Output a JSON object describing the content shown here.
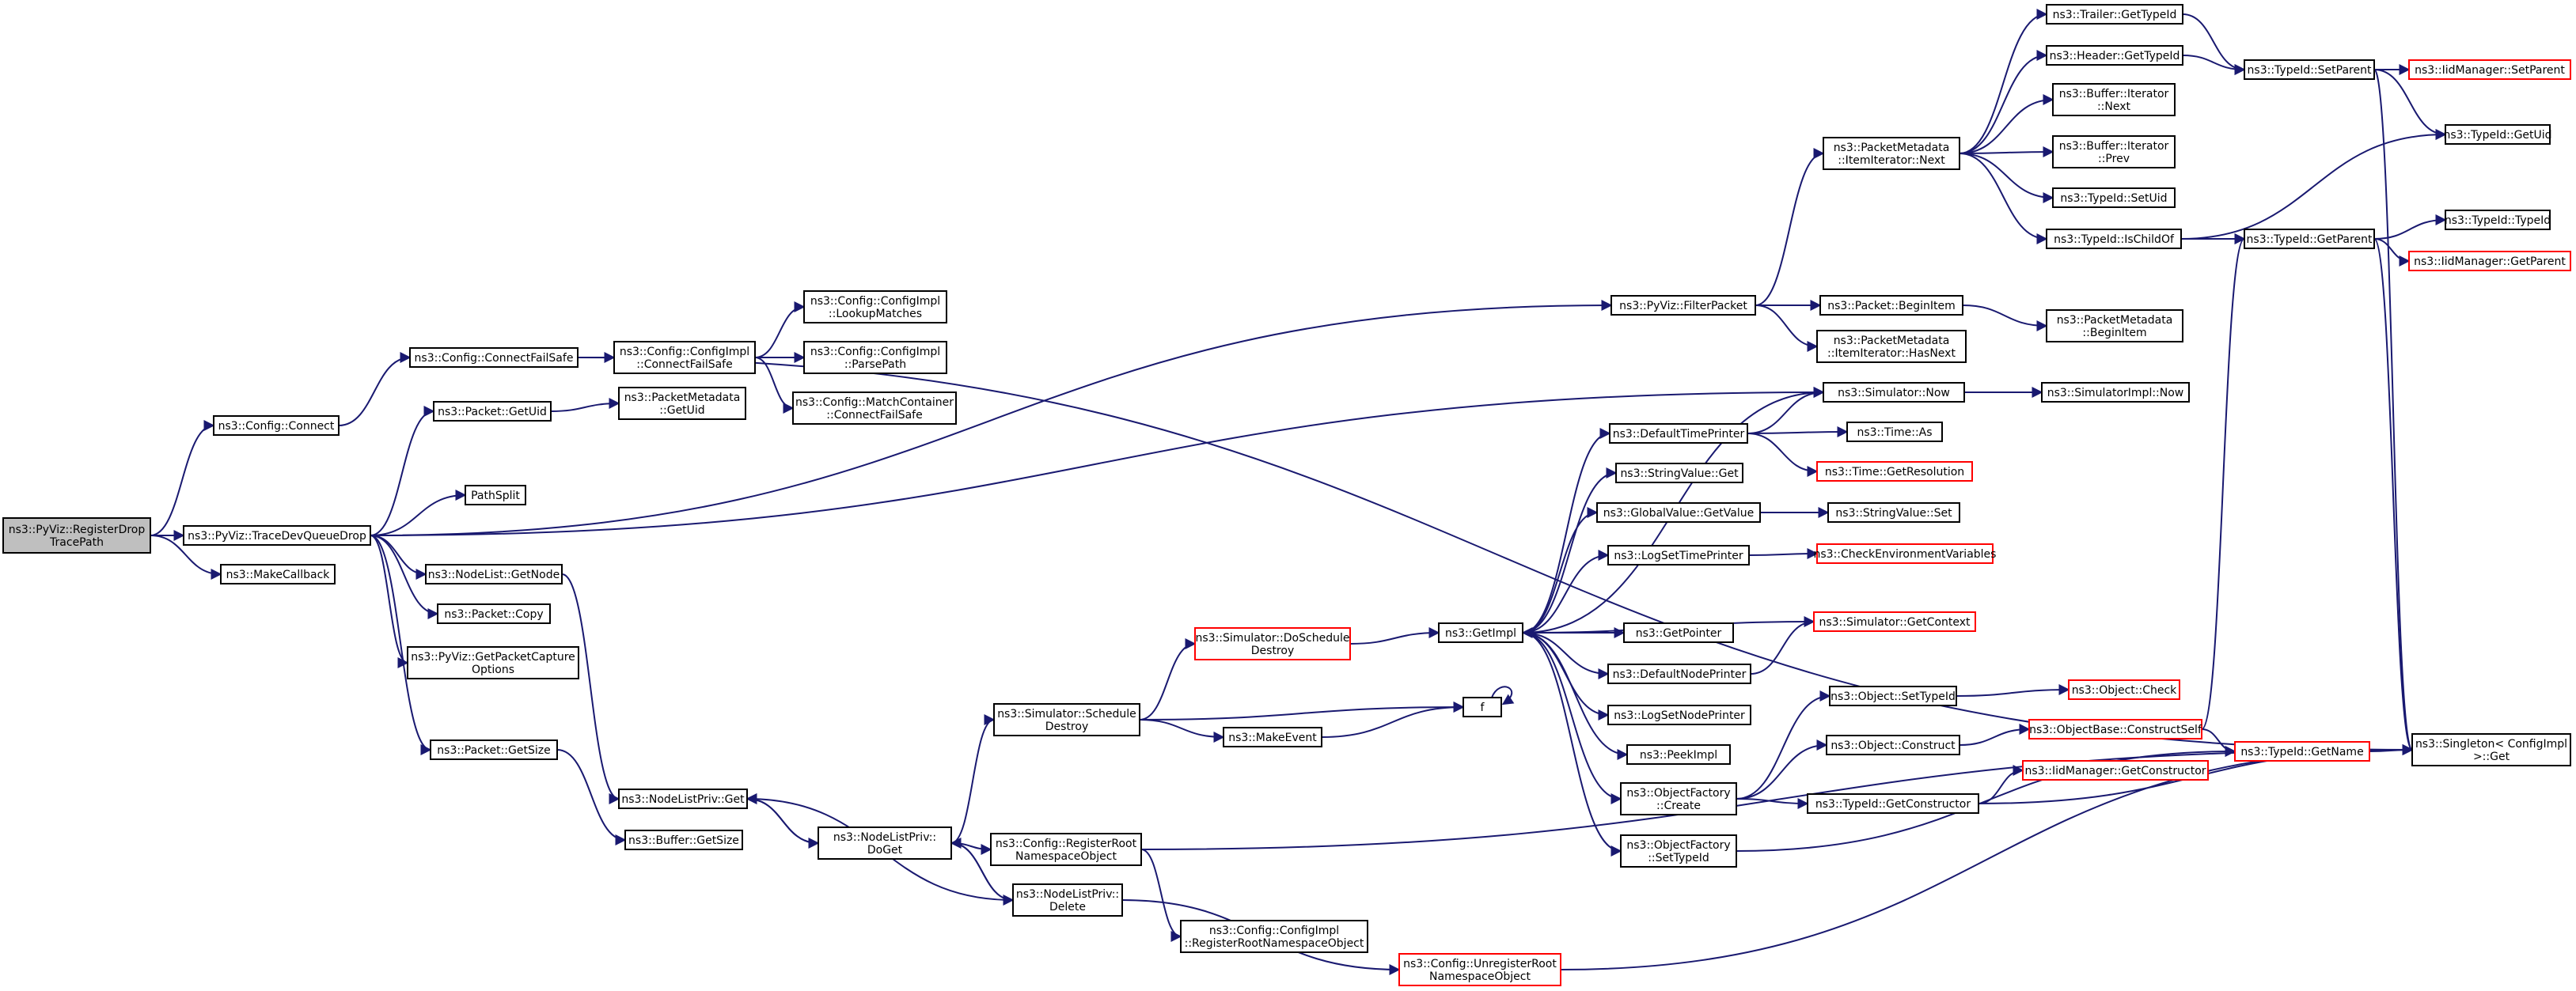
{
  "diagram": {
    "title": "",
    "nodes": [
      {
        "id": "n0",
        "lines": [
          "ns3::PyViz::RegisterDrop",
          "TracePath"
        ],
        "style": "root"
      },
      {
        "id": "n1",
        "lines": [
          "ns3::Config::Connect"
        ]
      },
      {
        "id": "n2",
        "lines": [
          "ns3::PyViz::TraceDevQueueDrop"
        ]
      },
      {
        "id": "n3",
        "lines": [
          "ns3::MakeCallback"
        ]
      },
      {
        "id": "n4",
        "lines": [
          "ns3::Config::ConnectFailSafe"
        ]
      },
      {
        "id": "n5",
        "lines": [
          "ns3::Config::ConfigImpl",
          "::ConnectFailSafe"
        ]
      },
      {
        "id": "n6",
        "lines": [
          "ns3::Config::ConfigImpl",
          "::LookupMatches"
        ]
      },
      {
        "id": "n7",
        "lines": [
          "ns3::Config::ConfigImpl",
          "::ParsePath"
        ]
      },
      {
        "id": "n8",
        "lines": [
          "ns3::Config::MatchContainer",
          "::ConnectFailSafe"
        ]
      },
      {
        "id": "n9",
        "lines": [
          "ns3::Packet::GetUid"
        ]
      },
      {
        "id": "n10",
        "lines": [
          "ns3::PacketMetadata",
          "::GetUid"
        ]
      },
      {
        "id": "n11",
        "lines": [
          "PathSplit"
        ]
      },
      {
        "id": "n12",
        "lines": [
          "ns3::NodeList::GetNode"
        ]
      },
      {
        "id": "n13",
        "lines": [
          "ns3::Packet::Copy"
        ]
      },
      {
        "id": "n14",
        "lines": [
          "ns3::PyViz::GetPacketCapture",
          "Options"
        ]
      },
      {
        "id": "n15",
        "lines": [
          "ns3::Packet::GetSize"
        ]
      },
      {
        "id": "n16",
        "lines": [
          "ns3::NodeListPriv::Get"
        ]
      },
      {
        "id": "n17",
        "lines": [
          "ns3::Buffer::GetSize"
        ]
      },
      {
        "id": "n18",
        "lines": [
          "ns3::NodeListPriv::",
          "DoGet"
        ]
      },
      {
        "id": "n19",
        "lines": [
          "ns3::Simulator::Schedule",
          "Destroy"
        ]
      },
      {
        "id": "n20",
        "lines": [
          "ns3::Simulator::DoSchedule",
          "Destroy"
        ],
        "style": "trunc"
      },
      {
        "id": "n21",
        "lines": [
          "ns3::MakeEvent"
        ]
      },
      {
        "id": "n22",
        "lines": [
          "f"
        ]
      },
      {
        "id": "n23",
        "lines": [
          "ns3::Config::RegisterRoot",
          "NamespaceObject"
        ]
      },
      {
        "id": "n24",
        "lines": [
          "ns3::NodeListPriv::",
          "Delete"
        ]
      },
      {
        "id": "n25",
        "lines": [
          "ns3::Config::ConfigImpl",
          "::RegisterRootNamespaceObject"
        ]
      },
      {
        "id": "n26",
        "lines": [
          "ns3::Config::UnregisterRoot",
          "NamespaceObject"
        ],
        "style": "trunc"
      },
      {
        "id": "n27",
        "lines": [
          "ns3::GetImpl"
        ]
      },
      {
        "id": "n28",
        "lines": [
          "ns3::PyViz::FilterPacket"
        ]
      },
      {
        "id": "n29",
        "lines": [
          "ns3::DefaultTimePrinter"
        ]
      },
      {
        "id": "n30",
        "lines": [
          "ns3::StringValue::Get"
        ]
      },
      {
        "id": "n31",
        "lines": [
          "ns3::GlobalValue::GetValue"
        ]
      },
      {
        "id": "n32",
        "lines": [
          "ns3::LogSetTimePrinter"
        ]
      },
      {
        "id": "n33",
        "lines": [
          "ns3::GetPointer"
        ]
      },
      {
        "id": "n34",
        "lines": [
          "ns3::DefaultNodePrinter"
        ]
      },
      {
        "id": "n35",
        "lines": [
          "ns3::LogSetNodePrinter"
        ]
      },
      {
        "id": "n36",
        "lines": [
          "ns3::PeekImpl"
        ]
      },
      {
        "id": "n37",
        "lines": [
          "ns3::ObjectFactory",
          "::Create"
        ]
      },
      {
        "id": "n38",
        "lines": [
          "ns3::ObjectFactory",
          "::SetTypeId"
        ]
      },
      {
        "id": "n39",
        "lines": [
          "ns3::Simulator::Now"
        ]
      },
      {
        "id": "n40",
        "lines": [
          "ns3::SimulatorImpl::Now"
        ]
      },
      {
        "id": "n41",
        "lines": [
          "ns3::Time::As"
        ]
      },
      {
        "id": "n42",
        "lines": [
          "ns3::Time::GetResolution"
        ],
        "style": "trunc"
      },
      {
        "id": "n43",
        "lines": [
          "ns3::StringValue::Set"
        ]
      },
      {
        "id": "n44",
        "lines": [
          "ns3::CheckEnvironmentVariables"
        ],
        "style": "trunc"
      },
      {
        "id": "n45",
        "lines": [
          "ns3::Simulator::GetContext"
        ],
        "style": "trunc"
      },
      {
        "id": "n46",
        "lines": [
          "ns3::Object::SetTypeId"
        ]
      },
      {
        "id": "n47",
        "lines": [
          "ns3::Object::Check"
        ],
        "style": "trunc"
      },
      {
        "id": "n48",
        "lines": [
          "ns3::Object::Construct"
        ]
      },
      {
        "id": "n49",
        "lines": [
          "ns3::ObjectBase::ConstructSelf"
        ],
        "style": "trunc"
      },
      {
        "id": "n50",
        "lines": [
          "ns3::TypeId::GetConstructor"
        ]
      },
      {
        "id": "n51",
        "lines": [
          "ns3::IidManager::GetConstructor"
        ],
        "style": "trunc"
      },
      {
        "id": "n52",
        "lines": [
          "ns3::TypeId::GetName"
        ],
        "style": "trunc"
      },
      {
        "id": "n53",
        "lines": [
          "ns3::PacketMetadata",
          "::ItemIterator::Next"
        ]
      },
      {
        "id": "n54",
        "lines": [
          "ns3::Packet::BeginItem"
        ]
      },
      {
        "id": "n55",
        "lines": [
          "ns3::PacketMetadata",
          "::ItemIterator::HasNext"
        ]
      },
      {
        "id": "n56",
        "lines": [
          "ns3::PacketMetadata",
          "::BeginItem"
        ]
      },
      {
        "id": "n57",
        "lines": [
          "ns3::Trailer::GetTypeId"
        ]
      },
      {
        "id": "n58",
        "lines": [
          "ns3::Header::GetTypeId"
        ]
      },
      {
        "id": "n59",
        "lines": [
          "ns3::Buffer::Iterator",
          "::Next"
        ]
      },
      {
        "id": "n60",
        "lines": [
          "ns3::Buffer::Iterator",
          "::Prev"
        ]
      },
      {
        "id": "n61",
        "lines": [
          "ns3::TypeId::SetUid"
        ]
      },
      {
        "id": "n62",
        "lines": [
          "ns3::TypeId::IsChildOf"
        ]
      },
      {
        "id": "n63",
        "lines": [
          "ns3::TypeId::SetParent"
        ]
      },
      {
        "id": "n64",
        "lines": [
          "ns3::IidManager::SetParent"
        ],
        "style": "trunc"
      },
      {
        "id": "n65",
        "lines": [
          "ns3::TypeId::GetUid"
        ]
      },
      {
        "id": "n66",
        "lines": [
          "ns3::TypeId::GetParent"
        ]
      },
      {
        "id": "n67",
        "lines": [
          "ns3::TypeId::TypeId"
        ]
      },
      {
        "id": "n68",
        "lines": [
          "ns3::IidManager::GetParent"
        ],
        "style": "trunc"
      },
      {
        "id": "n69",
        "lines": [
          "ns3::Singleton< ConfigImpl",
          ">::Get"
        ]
      }
    ],
    "edges": [
      [
        "n0",
        "n1"
      ],
      [
        "n0",
        "n2"
      ],
      [
        "n0",
        "n3"
      ],
      [
        "n1",
        "n4"
      ],
      [
        "n4",
        "n5"
      ],
      [
        "n4",
        "n69"
      ],
      [
        "n5",
        "n6"
      ],
      [
        "n5",
        "n7"
      ],
      [
        "n5",
        "n8"
      ],
      [
        "n2",
        "n9"
      ],
      [
        "n9",
        "n10"
      ],
      [
        "n2",
        "n11"
      ],
      [
        "n2",
        "n12"
      ],
      [
        "n2",
        "n13"
      ],
      [
        "n2",
        "n14"
      ],
      [
        "n2",
        "n15"
      ],
      [
        "n2",
        "n28"
      ],
      [
        "n2",
        "n39"
      ],
      [
        "n12",
        "n16"
      ],
      [
        "n15",
        "n17"
      ],
      [
        "n16",
        "n18"
      ],
      [
        "n18",
        "n16"
      ],
      [
        "n18",
        "n19"
      ],
      [
        "n18",
        "n23"
      ],
      [
        "n18",
        "n24"
      ],
      [
        "n24",
        "n18"
      ],
      [
        "n24",
        "n16"
      ],
      [
        "n24",
        "n26"
      ],
      [
        "n19",
        "n20"
      ],
      [
        "n19",
        "n21"
      ],
      [
        "n19",
        "n22"
      ],
      [
        "n21",
        "n22"
      ],
      [
        "n22",
        "n22"
      ],
      [
        "n20",
        "n27"
      ],
      [
        "n23",
        "n25"
      ],
      [
        "n23",
        "n69"
      ],
      [
        "n26",
        "n69"
      ],
      [
        "n27",
        "n29"
      ],
      [
        "n27",
        "n30"
      ],
      [
        "n27",
        "n31"
      ],
      [
        "n27",
        "n32"
      ],
      [
        "n27",
        "n33"
      ],
      [
        "n27",
        "n34"
      ],
      [
        "n27",
        "n35"
      ],
      [
        "n27",
        "n36"
      ],
      [
        "n27",
        "n37"
      ],
      [
        "n27",
        "n38"
      ],
      [
        "n27",
        "n39"
      ],
      [
        "n45",
        "n27"
      ],
      [
        "n34",
        "n45"
      ],
      [
        "n29",
        "n39"
      ],
      [
        "n29",
        "n41"
      ],
      [
        "n29",
        "n42"
      ],
      [
        "n39",
        "n40"
      ],
      [
        "n31",
        "n43"
      ],
      [
        "n32",
        "n44"
      ],
      [
        "n37",
        "n46"
      ],
      [
        "n37",
        "n48"
      ],
      [
        "n37",
        "n50"
      ],
      [
        "n46",
        "n47"
      ],
      [
        "n48",
        "n49"
      ],
      [
        "n49",
        "n52"
      ],
      [
        "n49",
        "n66"
      ],
      [
        "n50",
        "n51"
      ],
      [
        "n50",
        "n69"
      ],
      [
        "n38",
        "n52"
      ],
      [
        "n52",
        "n69"
      ],
      [
        "n28",
        "n53"
      ],
      [
        "n28",
        "n54"
      ],
      [
        "n28",
        "n55"
      ],
      [
        "n54",
        "n56"
      ],
      [
        "n53",
        "n57"
      ],
      [
        "n53",
        "n58"
      ],
      [
        "n53",
        "n59"
      ],
      [
        "n53",
        "n60"
      ],
      [
        "n53",
        "n61"
      ],
      [
        "n53",
        "n62"
      ],
      [
        "n57",
        "n63"
      ],
      [
        "n58",
        "n63"
      ],
      [
        "n63",
        "n64"
      ],
      [
        "n63",
        "n65"
      ],
      [
        "n63",
        "n69"
      ],
      [
        "n62",
        "n65"
      ],
      [
        "n62",
        "n66"
      ],
      [
        "n66",
        "n67"
      ],
      [
        "n66",
        "n68"
      ],
      [
        "n66",
        "n69"
      ]
    ]
  }
}
